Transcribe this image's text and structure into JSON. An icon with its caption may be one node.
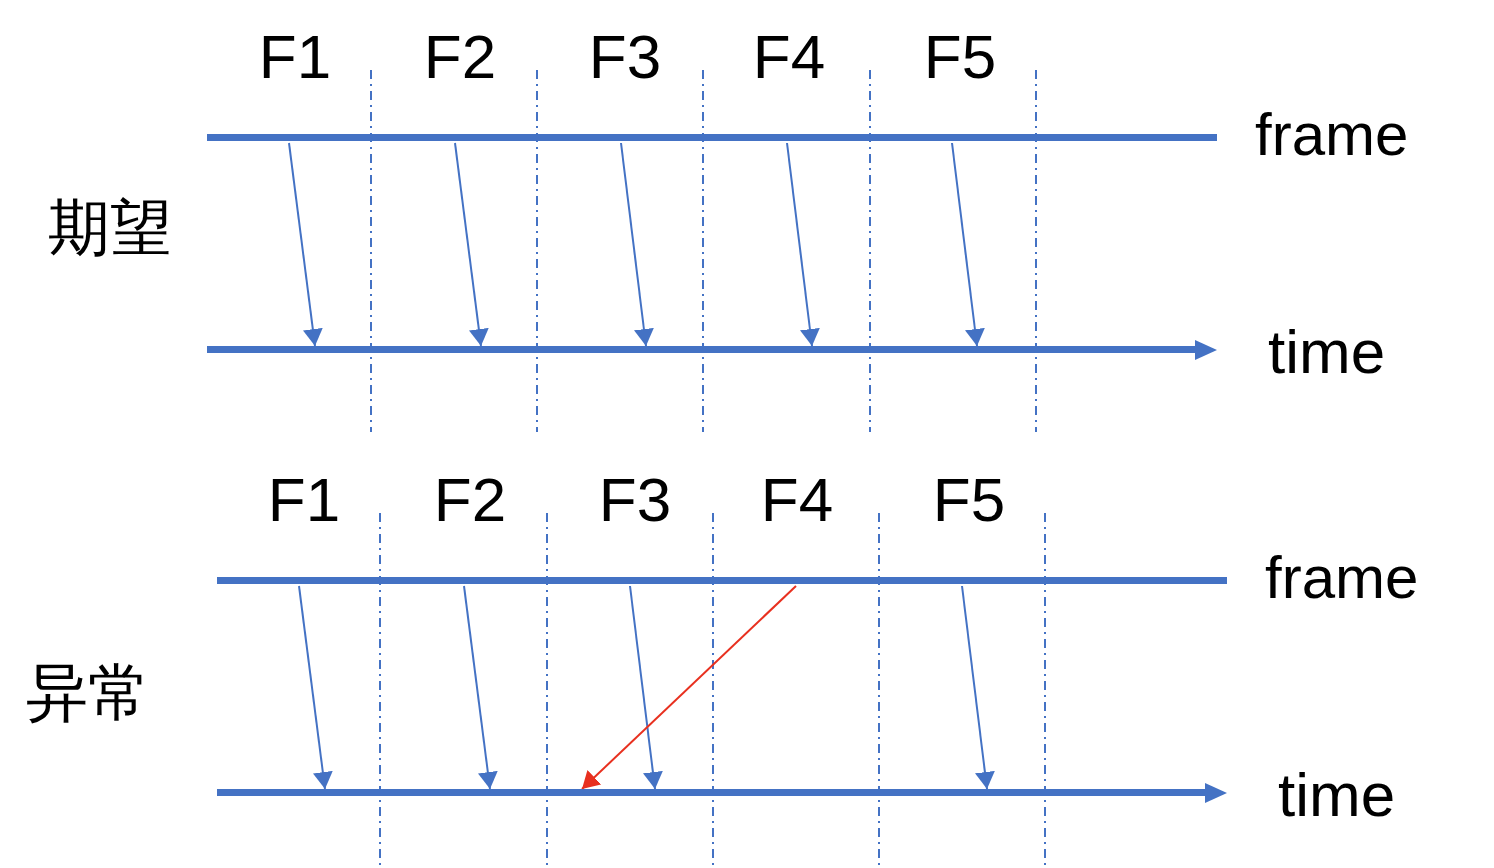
{
  "diagram": {
    "nodes": [
      {
        "text": [],
        "shape": "bar",
        "beside": [
          "frame"
        ]
      },
      {
        "text": [],
        "shape": "bar",
        "beside": [
          "time"
        ]
      },
      {
        "text": [],
        "shape": "bar",
        "beside": [
          "frame"
        ]
      },
      {
        "text": [],
        "shape": "bar",
        "beside": [
          "time"
        ]
      }
    ],
    "edges": [
      {
        "from": 0,
        "to": 1,
        "arrow": "to"
      },
      {
        "from": 0,
        "to": 1,
        "arrow": "to"
      },
      {
        "from": 0,
        "to": 1,
        "arrow": "to"
      },
      {
        "from": 0,
        "to": 1,
        "arrow": "to"
      },
      {
        "from": 0,
        "to": 1,
        "arrow": "to"
      },
      {
        "from": 2,
        "to": 3,
        "arrow": "to"
      },
      {
        "from": 2,
        "to": 3,
        "arrow": "to"
      },
      {
        "from": 2,
        "to": 3,
        "arrow": "to"
      },
      {
        "from": 2,
        "to": 3,
        "arrow": "to",
        "color": "#e8301f"
      },
      {
        "from": 2,
        "to": 3,
        "arrow": "to"
      }
    ],
    "labels": [
      "F1",
      "F2",
      "F3",
      "F4",
      "F5",
      "期望",
      "F1",
      "F2",
      "F3",
      "F4",
      "F5",
      "异常"
    ]
  }
}
